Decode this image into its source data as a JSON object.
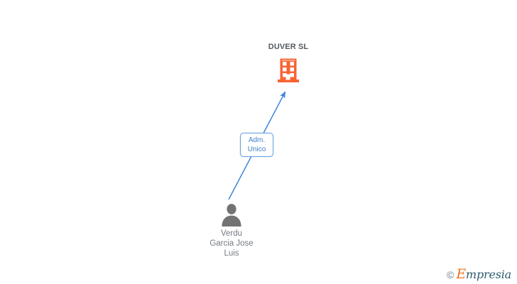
{
  "diagram": {
    "type": "org-relationship-graph",
    "background_color": "#ffffff",
    "company": {
      "name": "DUVER SL",
      "icon": "building-icon",
      "icon_color": "#f96332",
      "label_color": "#555a5e"
    },
    "person": {
      "name": "Verdu Garcia Jose Luis",
      "name_lines": [
        "Verdu",
        "Garcia Jose",
        "Luis"
      ],
      "icon": "person-icon",
      "icon_color": "#737373",
      "label_color": "#767b80"
    },
    "relation": {
      "label_lines": [
        "Adm.",
        "Unico"
      ],
      "full_label": "Adm. Unico",
      "border_color": "#6aa3e0",
      "text_color": "#3f7fc4",
      "arrow_color": "#3d85d8",
      "direction": "person-to-company"
    }
  },
  "watermark": {
    "copyright_symbol": "©",
    "brand_initial": "E",
    "brand_rest": "mpresia",
    "brand_full": "Empresia",
    "copyright_color": "#6f7f89",
    "initial_color": "#ef7222",
    "brand_color": "#2e5c6e"
  }
}
